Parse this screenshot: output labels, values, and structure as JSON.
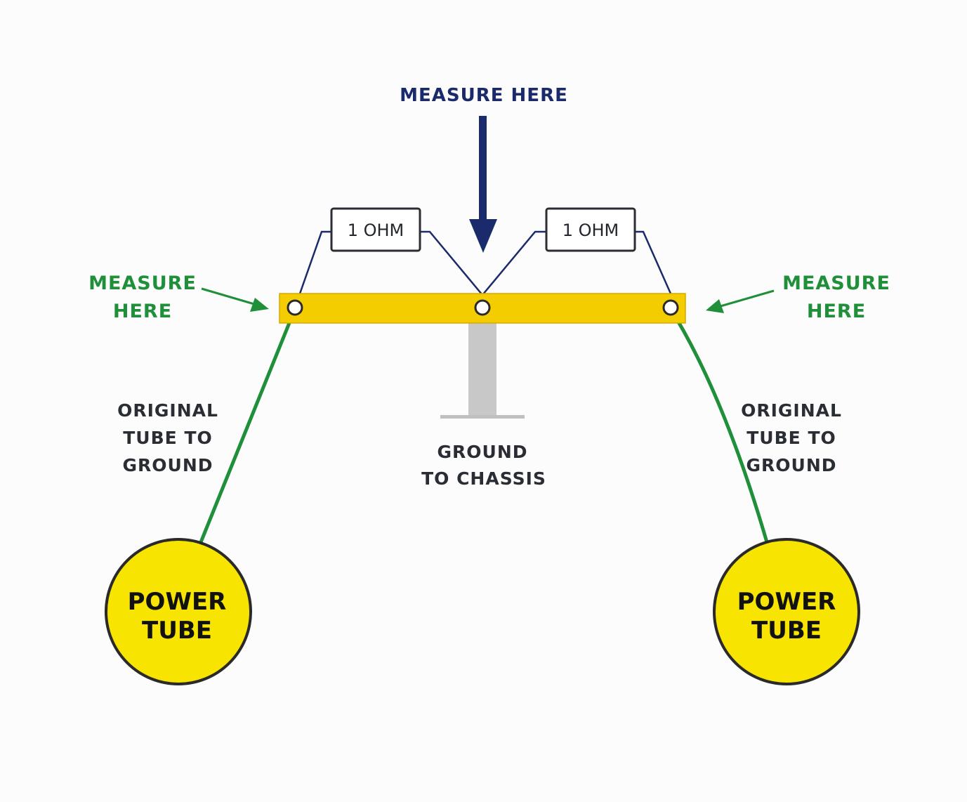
{
  "top_label": "MEASURE HERE",
  "resistor_left": "1 OHM",
  "resistor_right": "1 OHM",
  "measure_left": [
    "MEASURE",
    "HERE"
  ],
  "measure_right": [
    "MEASURE",
    "HERE"
  ],
  "original_left": [
    "ORIGINAL",
    "TUBE TO",
    "GROUND"
  ],
  "original_right": [
    "ORIGINAL",
    "TUBE TO",
    "GROUND"
  ],
  "ground": [
    "GROUND",
    "TO CHASSIS"
  ],
  "tube_left": [
    "POWER",
    "TUBE"
  ],
  "tube_right": [
    "POWER",
    "TUBE"
  ],
  "colors": {
    "navy": "#1b2a6b",
    "green": "#1f8f3a",
    "bar_yellow": "#f3cd00",
    "tube_yellow": "#f7e400",
    "post_gray": "#c8c8c8"
  },
  "icons": {
    "top_arrow": "arrow-down-icon",
    "side_arrows": "arrow-diagonal-icon"
  }
}
